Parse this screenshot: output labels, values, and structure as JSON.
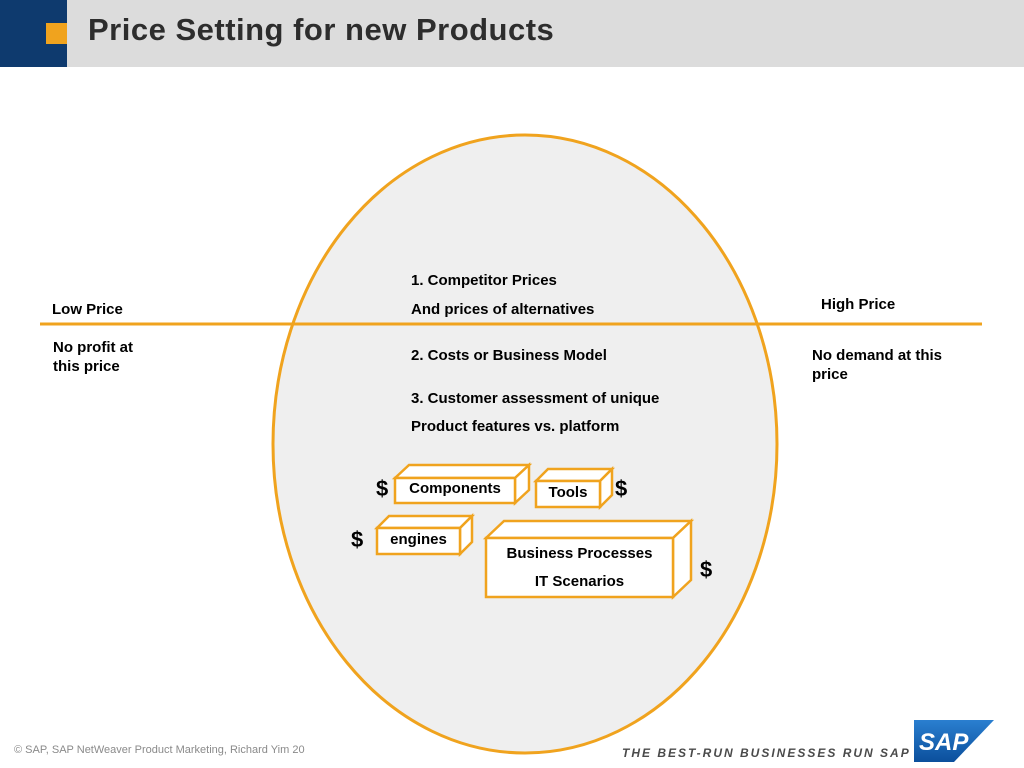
{
  "header": {
    "title": "Price Setting for new Products"
  },
  "axis": {
    "low_label": "Low Price",
    "high_label": "High Price",
    "low_note": "No profit at this price",
    "high_note": "No demand at this price"
  },
  "factors": {
    "f1_line1": "1. Competitor Prices",
    "f1_line2": "And prices of alternatives",
    "f2": "2. Costs or Business Model",
    "f3_line1": "3. Customer assessment of unique",
    "f3_line2": "Product features vs. platform"
  },
  "boxes": {
    "components": "Components",
    "tools": "Tools",
    "engines": "engines",
    "bp_line1": "Business Processes",
    "bp_line2": "IT Scenarios"
  },
  "dollar_sign": "$",
  "footer": {
    "copyright": "SAP, SAP NetWeaver Product Marketing, Richard Yim 20",
    "copyright_symbol": "©",
    "tagline": "THE BEST-RUN BUSINESSES RUN SAP",
    "logo_text": "SAP"
  },
  "colors": {
    "accent_orange": "#f0a31e",
    "header_blue": "#0e3a6e",
    "header_gray": "#dcdcdc",
    "ellipse_fill": "#efefef"
  }
}
